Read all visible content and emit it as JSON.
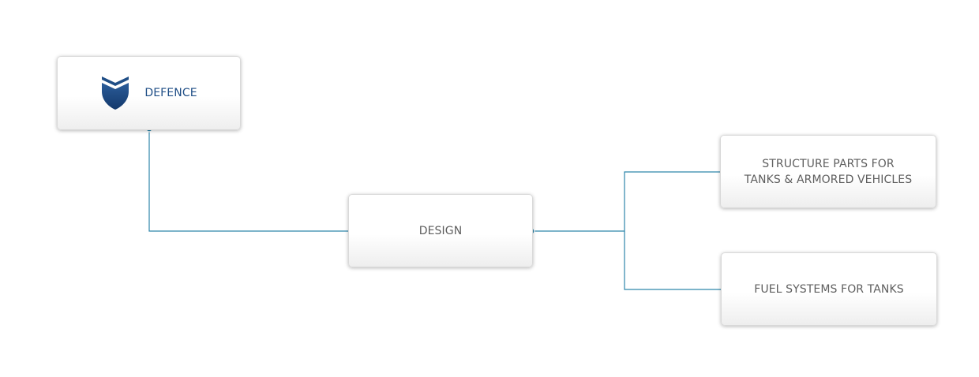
{
  "diagram": {
    "nodes": {
      "defence": {
        "label": "DEFENCE",
        "icon": "shield-icon"
      },
      "design": {
        "label": "DESIGN"
      },
      "structure": {
        "label_lines": [
          "STRUCTURE PARTS FOR",
          "TANKS & ARMORED VEHICLES"
        ]
      },
      "fuel": {
        "label": "FUEL SYSTEMS FOR TANKS"
      }
    },
    "edges": [
      {
        "from": "defence",
        "to": "design"
      },
      {
        "from": "design",
        "to": "structure"
      },
      {
        "from": "design",
        "to": "fuel"
      }
    ],
    "colors": {
      "connector": "#2e86ab",
      "brand": "#1f4e86",
      "text": "#5e5e5e"
    }
  }
}
